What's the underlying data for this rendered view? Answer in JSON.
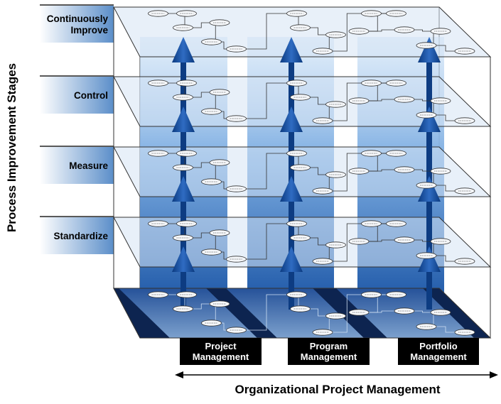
{
  "y_axis_label": "Process Improvement Stages",
  "x_axis_label": "Organizational Project Management",
  "stages": [
    {
      "label_lines": [
        "Continuously",
        "Improve"
      ]
    },
    {
      "label_lines": [
        "Control"
      ]
    },
    {
      "label_lines": [
        "Measure"
      ]
    },
    {
      "label_lines": [
        "Standardize"
      ]
    }
  ],
  "domains": [
    {
      "label_lines": [
        "Project",
        "Management"
      ]
    },
    {
      "label_lines": [
        "Program",
        "Management"
      ]
    },
    {
      "label_lines": [
        "Portfolio",
        "Management"
      ]
    }
  ],
  "colors": {
    "stage_tab_start": "#ffffff",
    "stage_tab_end": "#5b8ec9",
    "column_top": "#c6ddf5",
    "column_bottom": "#1f5ba8",
    "arrow": "#1a4f9a",
    "arrow_shaft": "#0d3c82",
    "plane_fill": "#cfe0f3",
    "plane_stroke": "#333333",
    "base_dark": "#0a1d44",
    "domain_box": "#000000",
    "domain_text": "#ffffff"
  }
}
